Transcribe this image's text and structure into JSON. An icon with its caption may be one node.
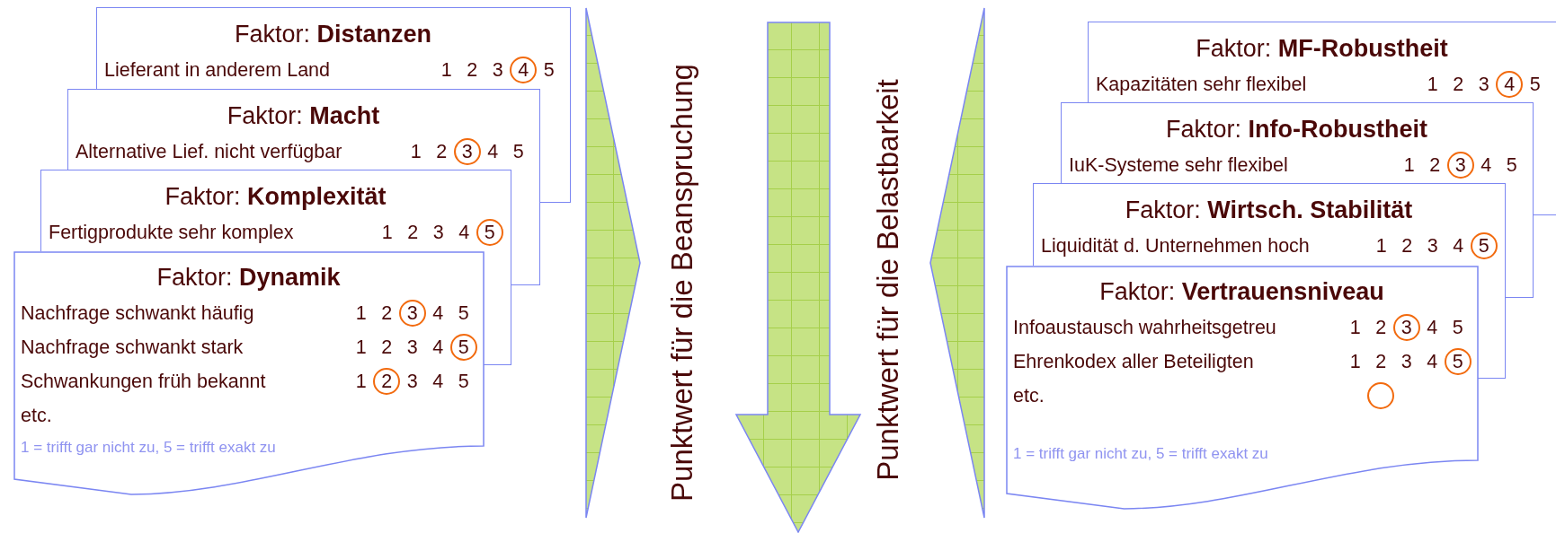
{
  "diagram": {
    "nodes": [
      {
        "text": [
          "Faktor: **Distanzen**",
          "Lieferant in anderem Land",
          "1",
          "2",
          "3",
          "5"
        ]
      },
      {
        "text": [
          "4"
        ],
        "in": 0
      },
      {
        "text": [
          "Faktor: **Macht**",
          "Alternative Lief. nicht verfügbar",
          "1",
          "2",
          "4",
          "5"
        ]
      },
      {
        "text": [
          "3"
        ],
        "in": 2
      },
      {
        "text": [
          "Faktor: **Komplexität**",
          "Fertigprodukte sehr komplex",
          "1",
          "2",
          "3",
          "4"
        ]
      },
      {
        "text": [
          "5"
        ],
        "in": 4
      },
      {
        "text": [
          "Faktor: **Dynamik**",
          "Nachfrage schwankt häufig",
          "1",
          "2",
          "4",
          "5",
          "Nachfrage schwankt stark",
          "1",
          "2",
          "3",
          "4",
          "Schwankungen früh bekannt",
          "1",
          "3",
          "4",
          "5",
          "etc.",
          "1 = trifft gar nicht zu, 5 = trifft exakt zu"
        ]
      },
      {
        "text": [
          "3"
        ],
        "in": 6
      },
      {
        "text": [
          "5"
        ],
        "in": 6
      },
      {
        "text": [
          "2"
        ],
        "in": 6
      },
      {
        "text": [
          "Faktor: **MF-Robustheit**",
          "Kapazitäten sehr flexibel",
          "1",
          "2",
          "3",
          "5"
        ]
      },
      {
        "text": [
          "4"
        ],
        "in": 10
      },
      {
        "text": [
          "Faktor: **Info-Robustheit**",
          "IuK-Systeme sehr flexibel",
          "1",
          "2",
          "4",
          "5"
        ]
      },
      {
        "text": [
          "3"
        ],
        "in": 12
      },
      {
        "text": [
          "Faktor: **Wirtsch. Stabilität**",
          "Liquidität d. Unternehmen hoch",
          "1",
          "2",
          "3",
          "4"
        ]
      },
      {
        "text": [
          "5"
        ],
        "in": 14
      },
      {
        "text": [
          "Faktor: **Vertrauensniveau**",
          "Infoaustausch wahrheitsgetreu",
          "1",
          "2",
          "4",
          "5",
          "Ehrenkodex aller Beteiligten",
          "1",
          "2",
          "3",
          "4",
          "etc.",
          "1 = trifft gar nicht zu, 5 = trifft exakt zu"
        ]
      },
      {
        "text": [
          "3"
        ],
        "in": 16
      },
      {
        "text": [
          "5"
        ],
        "in": 16
      },
      {
        "text": [],
        "shape": "circle",
        "in": 16
      },
      {
        "text": [],
        "shape": "triangle"
      },
      {
        "text": [],
        "shape": "triangle"
      },
      {
        "text": [],
        "shape": "box"
      },
      {
        "text": [],
        "shape": "box"
      },
      {
        "text": [],
        "shape": "box"
      },
      {
        "text": [],
        "shape": "box"
      },
      {
        "text": [],
        "shape": "box"
      },
      {
        "text": [],
        "shape": "box"
      }
    ],
    "labels": [
      "Punktwert für die Beanspruchung",
      "Punktwert für die Belastbarkeit"
    ]
  }
}
